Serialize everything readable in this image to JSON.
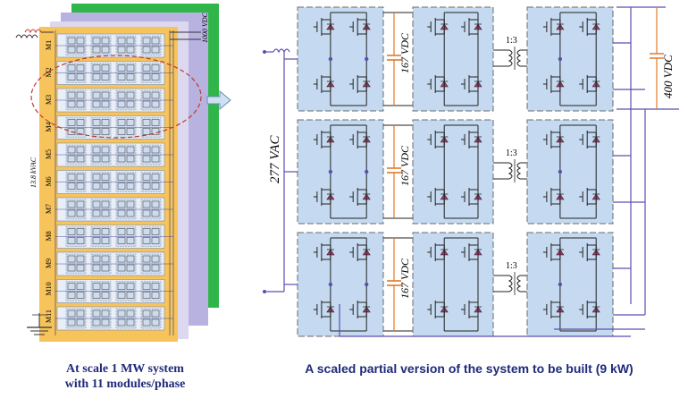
{
  "left_diagram": {
    "module_labels": [
      "M1",
      "M2",
      "M3",
      "M4",
      "M5",
      "M6",
      "M7",
      "M8",
      "M9",
      "M10",
      "M11"
    ],
    "dc_voltage_label": "1000 VDC",
    "ac_voltage_label": "13.8 kVAC"
  },
  "right_diagram": {
    "dc_link_label": "167 VDC",
    "transformer_ratio": "1:3",
    "output_voltage_label": "400 VDC",
    "input_voltage_label": "277 VAC"
  },
  "captions": {
    "left_line1": "At scale 1 MW system",
    "left_line2": "with 11 modules/phase",
    "right": "A scaled partial version of the system to be built (9 kW)"
  },
  "colors": {
    "module_fill": "#c5daf0",
    "dashed_border": "#6b6b6b",
    "wire": "#5a4fb0",
    "capacitor": "#e07a2a",
    "left_panel_orange": "#f6c45a",
    "left_panel_green": "#2fb54a",
    "left_panel_purple": "#b8b2e0",
    "caption_text": "#1f2a7a"
  }
}
